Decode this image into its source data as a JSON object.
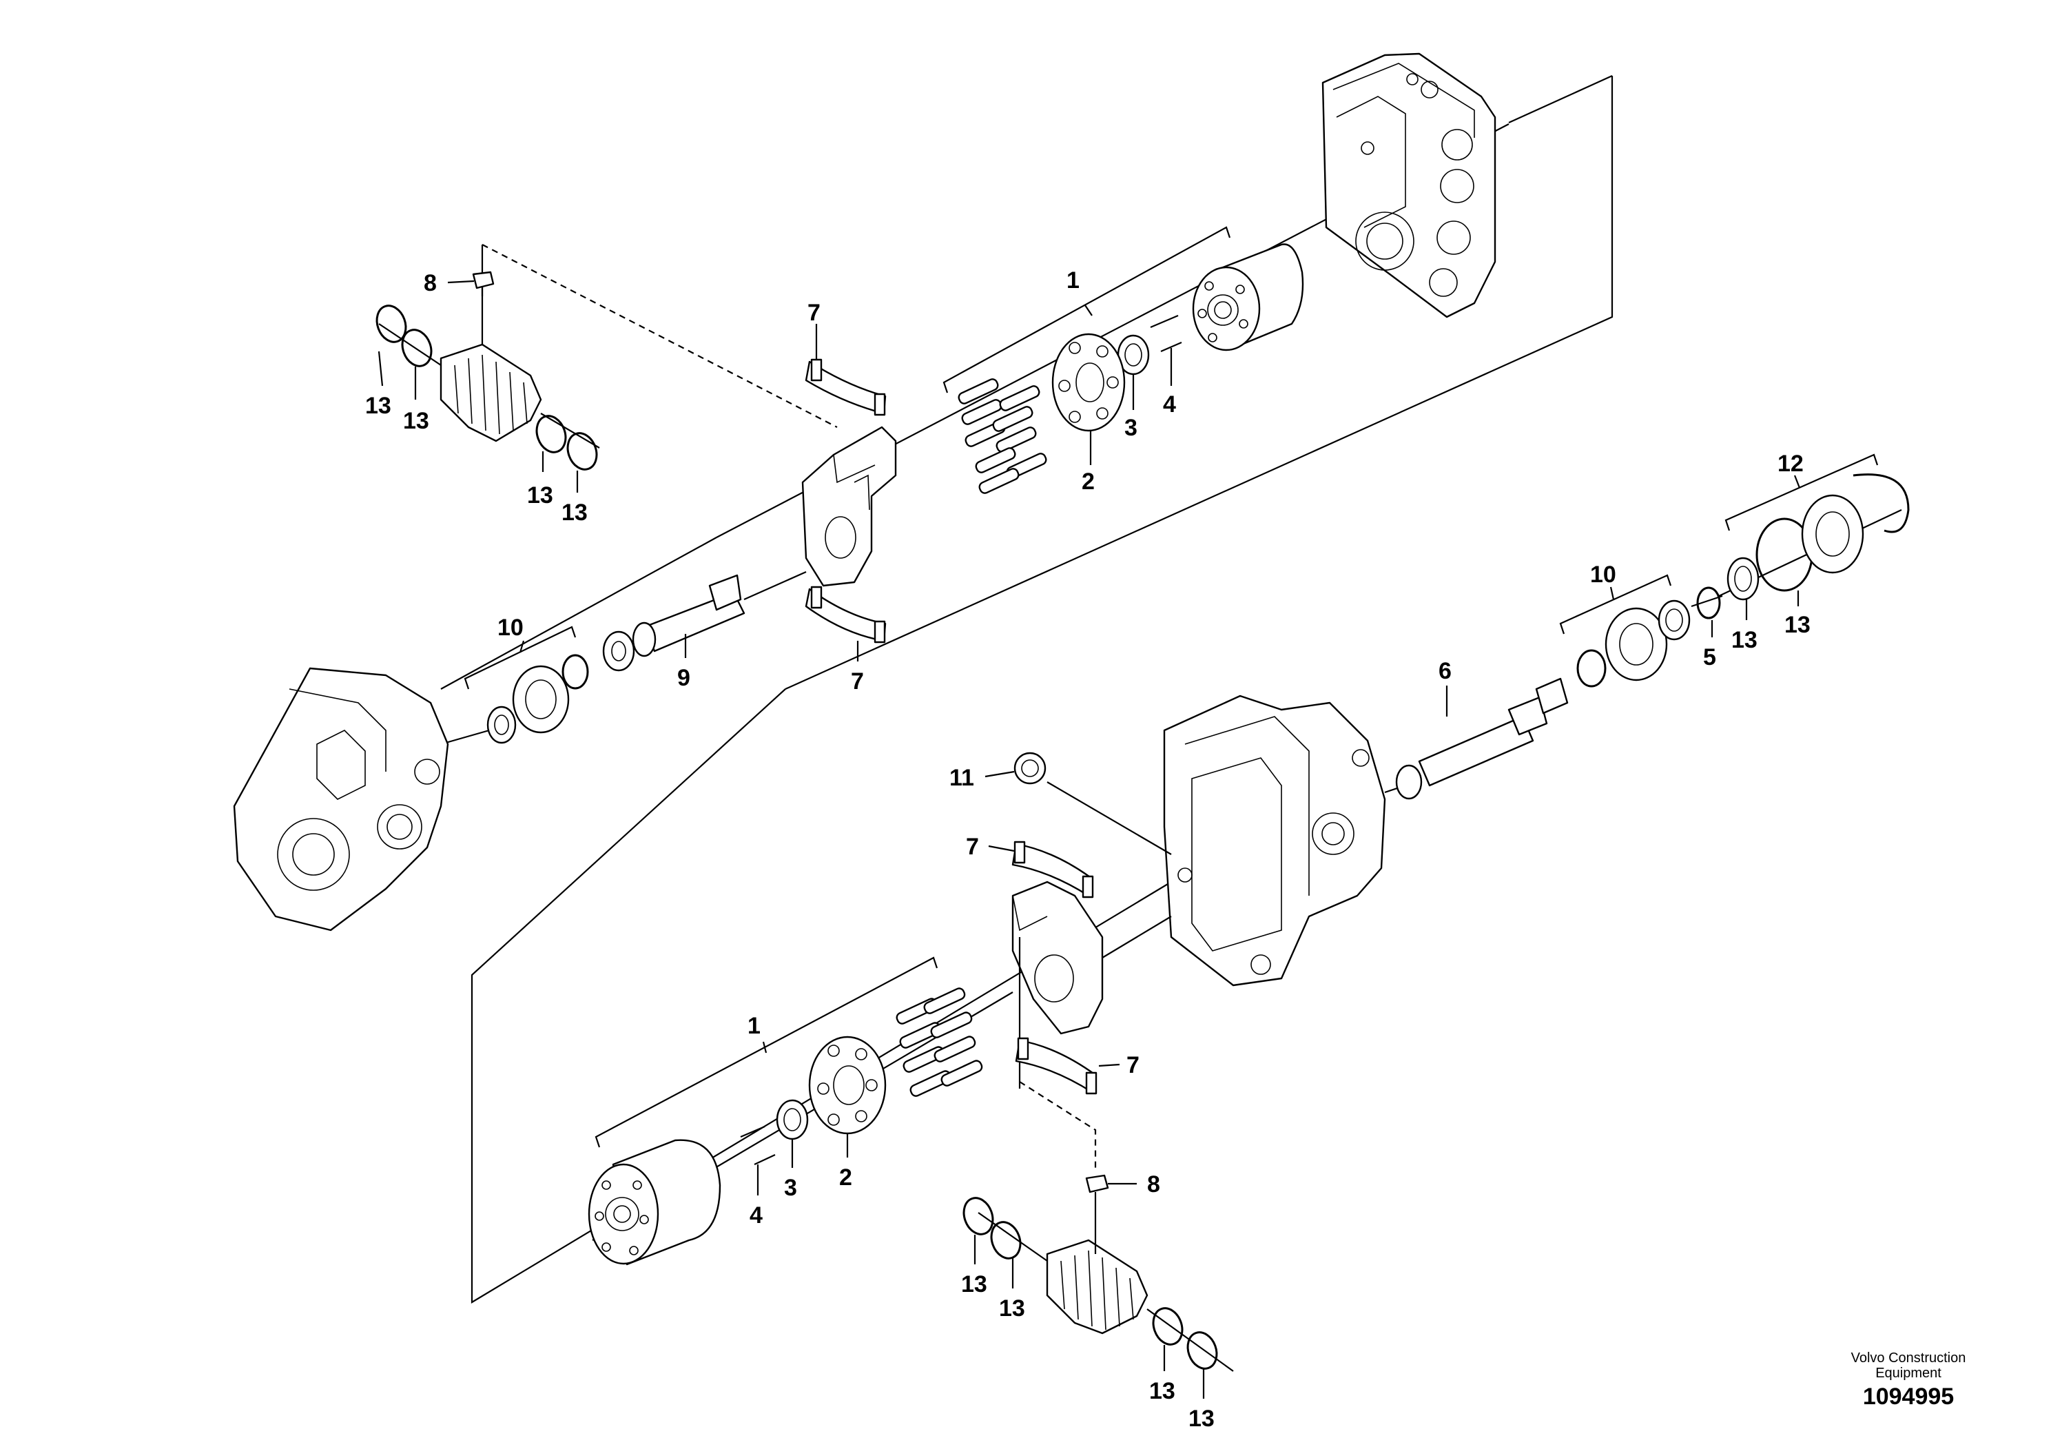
{
  "callouts": [
    {
      "id": "c8a",
      "text": "8"
    },
    {
      "id": "c13a",
      "text": "13"
    },
    {
      "id": "c13b",
      "text": "13"
    },
    {
      "id": "c13c",
      "text": "13"
    },
    {
      "id": "c13d",
      "text": "13"
    },
    {
      "id": "c7a",
      "text": "7"
    },
    {
      "id": "c7b",
      "text": "7"
    },
    {
      "id": "c1a",
      "text": "1"
    },
    {
      "id": "c2a",
      "text": "2"
    },
    {
      "id": "c3a",
      "text": "3"
    },
    {
      "id": "c4a",
      "text": "4"
    },
    {
      "id": "c10a",
      "text": "10"
    },
    {
      "id": "c9",
      "text": "9"
    },
    {
      "id": "c12",
      "text": "12"
    },
    {
      "id": "c10b",
      "text": "10"
    },
    {
      "id": "c5",
      "text": "5"
    },
    {
      "id": "c13e",
      "text": "13"
    },
    {
      "id": "c13f",
      "text": "13"
    },
    {
      "id": "c6",
      "text": "6"
    },
    {
      "id": "c11",
      "text": "11"
    },
    {
      "id": "c7c",
      "text": "7"
    },
    {
      "id": "c7d",
      "text": "7"
    },
    {
      "id": "c1b",
      "text": "1"
    },
    {
      "id": "c2b",
      "text": "2"
    },
    {
      "id": "c3b",
      "text": "3"
    },
    {
      "id": "c4b",
      "text": "4"
    },
    {
      "id": "c8b",
      "text": "8"
    },
    {
      "id": "c13g",
      "text": "13"
    },
    {
      "id": "c13h",
      "text": "13"
    },
    {
      "id": "c13i",
      "text": "13"
    },
    {
      "id": "c13j",
      "text": "13"
    }
  ],
  "brand": {
    "line1": "Volvo Construction",
    "line2": "Equipment",
    "drawing_number": "1094995"
  }
}
